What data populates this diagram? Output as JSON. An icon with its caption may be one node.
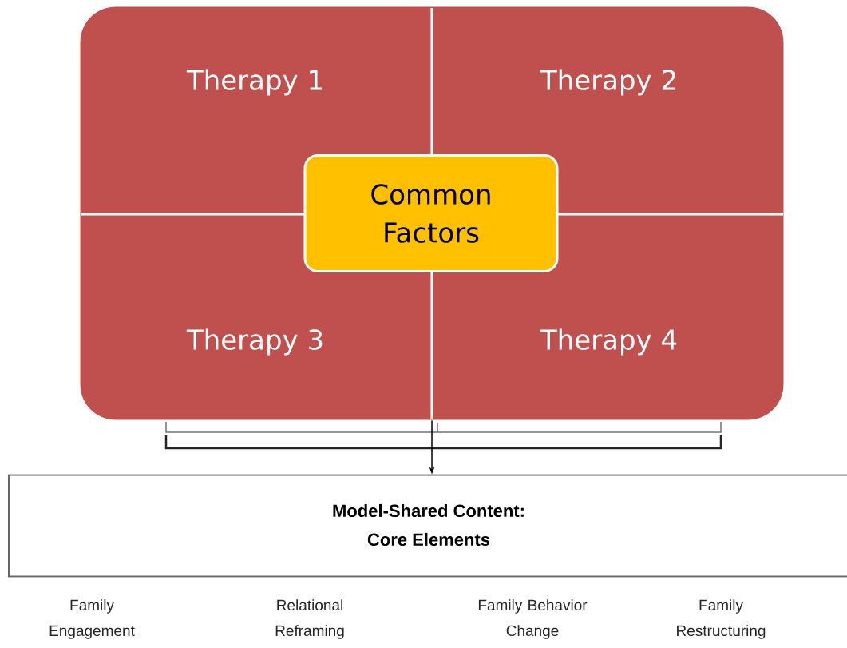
{
  "diagram": {
    "nodes": [
      {
        "text": [],
        "shape": "box"
      },
      {
        "text": [
          "Therapy 1"
        ],
        "in": 0
      },
      {
        "text": [
          "Therapy 2"
        ],
        "in": 0
      },
      {
        "text": [
          "Common Factors"
        ],
        "in": 0
      },
      {
        "text": [
          "Therapy 3"
        ],
        "in": 0
      },
      {
        "text": [
          "Therapy 4"
        ],
        "in": 0
      },
      {
        "text": [
          "Model-Shared Content:",
          "Core Elements"
        ]
      }
    ],
    "edges": [
      {
        "from": 0,
        "to": 6,
        "arrow": "to"
      }
    ],
    "labels": [
      "Family Engagement",
      "Relational Reframing",
      "Family Behavior Change",
      "Family Restructuring"
    ]
  }
}
